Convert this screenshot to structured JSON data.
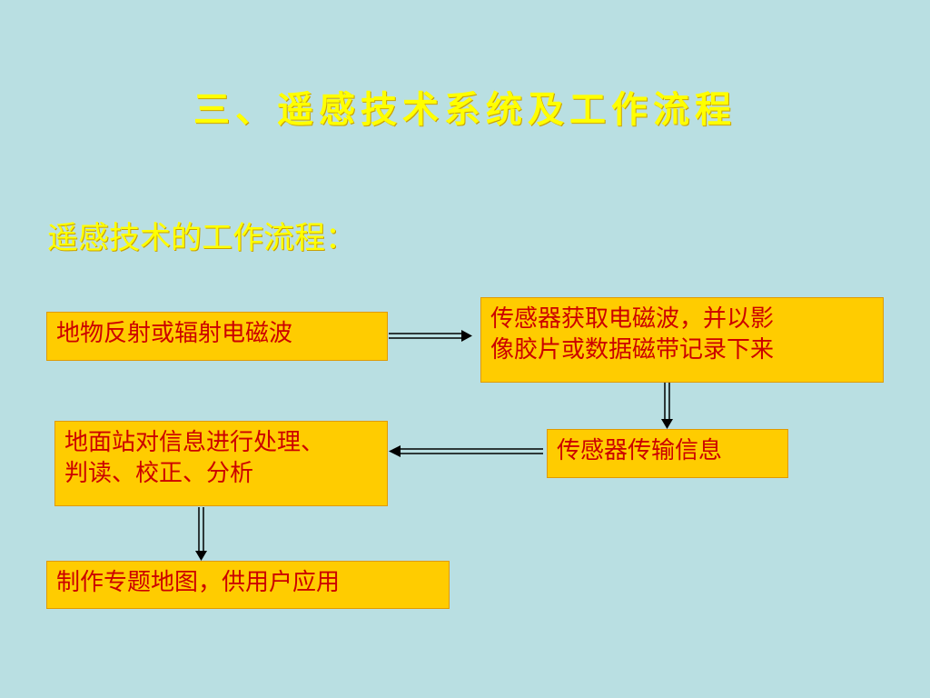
{
  "title": "三、遥感技术系统及工作流程",
  "subtitle": "遥感技术的工作流程：",
  "nodes": {
    "reflect": "地物反射或辐射电磁波",
    "sensor_record": {
      "line1": "传感器获取电磁波，并以影",
      "line2": "像胶片或数据磁带记录下来"
    },
    "transmit": "传感器传输信息",
    "ground_station": {
      "line1": "地面站对信息进行处理、",
      "line2": "判读、校正、分析"
    },
    "map": "制作专题地图，供用户应用"
  },
  "colors": {
    "background": "#b9dfe2",
    "title_text": "#ffff00",
    "box_fill": "#ffcc00",
    "box_text": "#cc0000",
    "arrow": "#000000"
  }
}
